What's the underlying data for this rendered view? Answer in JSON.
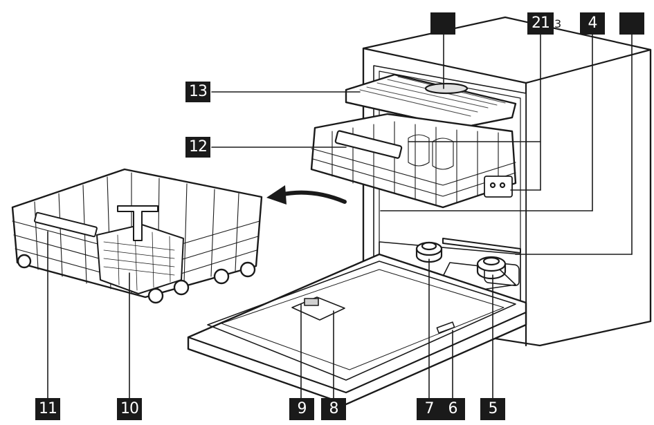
{
  "callouts": {
    "c13": "13",
    "c12": "12",
    "c11": "11",
    "c10": "10",
    "c9": "9",
    "c8": "8",
    "c7": "7",
    "c6": "6",
    "c5": "5",
    "c21": "21",
    "c4": "4",
    "c3_fragment": "3"
  },
  "colors": {
    "ink": "#1a1a1a",
    "paper": "#ffffff",
    "label_bg": "#1a1a1a",
    "label_text": "#ffffff"
  }
}
